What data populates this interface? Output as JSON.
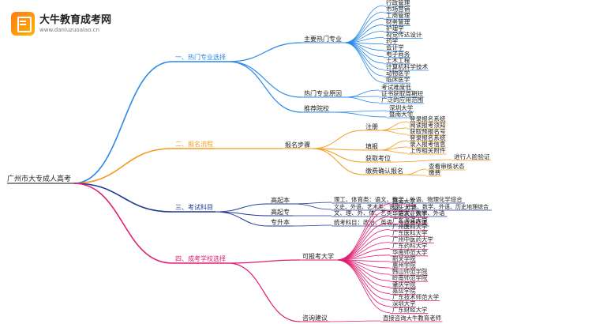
{
  "brand": {
    "name": "大牛教育成考网",
    "url": "www.daniuzuoalao.cn"
  },
  "colors": {
    "blue": "#2a88e8",
    "navy": "#1f3a93",
    "orange": "#f39a1e",
    "magenta": "#e21d73",
    "teal": "#1aa3a3"
  },
  "root": "广州市大专成人高考",
  "branches": {
    "hot": {
      "label": "一、热门专业选择",
      "groups": [
        {
          "label": "主要热门专业",
          "leaves": [
            "行政管理",
            "市场营销",
            "工商管理",
            "财务管理",
            "护理学",
            "视觉传达设计",
            "药学",
            "会计学",
            "电子商务",
            "土木工程",
            "计算机科学技术",
            "动物医学",
            "临床医学"
          ]
        },
        {
          "label": "热门专业原因",
          "leaves": [
            "考试难度低",
            "证书获取周期短",
            "广泛的应用范围"
          ]
        },
        {
          "label": "推荐院校",
          "leaves": [
            "深圳大学",
            "暨南大学"
          ]
        }
      ]
    },
    "apply": {
      "label": "二、报名流程",
      "sub": "报名步骤",
      "steps": [
        {
          "label": "注册",
          "leaves": [
            "登录报名系统",
            "阅读报考须知",
            "获取预报名号"
          ]
        },
        {
          "label": "填报",
          "leaves": [
            "登录报名系统",
            "录入报考信息",
            "上传相关附件"
          ]
        },
        {
          "label": "获取考位",
          "leaves": [
            "进行人脸验证"
          ]
        },
        {
          "label": "缴费确认报名",
          "leaves": [
            "查看审核状态",
            "缴费"
          ]
        }
      ]
    },
    "exam": {
      "label": "三、考试科目",
      "rows": [
        {
          "label": "高起本",
          "leaves": [
            "理工、体育类：语文、数学、外语、物理化学综合",
            "文史、外语、艺术类：语文、外语、数学、外语、历史地理综合"
          ]
        },
        {
          "label": "高起专",
          "leaves": [
            "文、理、外、体、艺类：语文、数学、外语"
          ]
        },
        {
          "label": "专升本",
          "leaves": [
            "统考科目：政治、英语、专业基础课"
          ]
        }
      ]
    },
    "schools": {
      "label": "四、成考学校选择",
      "groups": [
        {
          "label": "可报考大学",
          "leaves": [
            "暨南大学",
            "汕头大学",
            "华南农业大学",
            "广东海洋大学",
            "广州医科大学",
            "广东医科大学",
            "广州中医药大学",
            "广东药科大学",
            "华南师范大学",
            "韶关学院",
            "惠州学院",
            "韩山师范学院",
            "岭南师范学院",
            "肇庆学院",
            "嘉应学院",
            "广东技术师范大学",
            "深圳大学",
            "广东财经大学"
          ]
        },
        {
          "label": "咨询建议",
          "leaves": [
            "直接咨询大牛教育老师"
          ]
        }
      ]
    }
  }
}
